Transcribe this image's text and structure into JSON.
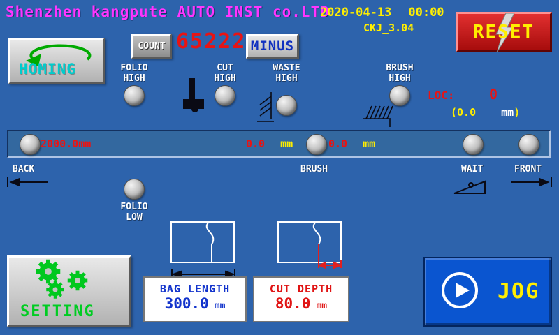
{
  "header": {
    "company": "Shenzhen kangpute AUTO INST co.LTD",
    "date": "2020-04-13",
    "time": "00:00",
    "version": "CKJ_3.04",
    "reset": "RESET"
  },
  "toolbar": {
    "homing": "HOMING",
    "count_label": "COUNT",
    "count_value": "65222",
    "minus": "MINUS"
  },
  "lamps": {
    "folio_high_1": "FOLIO",
    "folio_high_2": "HIGH",
    "cut_high_1": "CUT",
    "cut_high_2": "HIGH",
    "waste_high_1": "WASTE",
    "waste_high_2": "HIGH",
    "brush_high_1": "BRUSH",
    "brush_high_2": "HIGH",
    "folio_low_1": "FOLIO",
    "folio_low_2": "LOW"
  },
  "loc": {
    "label": "LOC:",
    "value": "0",
    "open": "(",
    "sub_value": "0.0",
    "sub_unit": "mm",
    "close": ")"
  },
  "track": {
    "p1_value": "2000.0",
    "p1_unit": "mm",
    "p2_value": "0.0",
    "p2_unit": "mm",
    "p3_value": "0.0",
    "p3_unit": "mm",
    "back": "BACK",
    "brush": "BRUSH",
    "wait": "WAIT",
    "front": "FRONT"
  },
  "panels": {
    "bag_length_title": "BAG LENGTH",
    "bag_length_value": "300.0",
    "bag_length_unit": "mm",
    "cut_depth_title": "CUT DEPTH",
    "cut_depth_value": "80.0",
    "cut_depth_unit": "mm"
  },
  "footer": {
    "setting": "SETTING",
    "jog": "JOG"
  },
  "colors": {
    "background": "#2d63ac",
    "title_magenta": "#ff35ff",
    "accent_yellow": "#ffee00",
    "value_red": "#e81414",
    "homing_cyan": "#00cccc",
    "setting_green": "#00cc22",
    "panel_blue": "#1334cc",
    "jog_blue": "#0a55d0"
  }
}
